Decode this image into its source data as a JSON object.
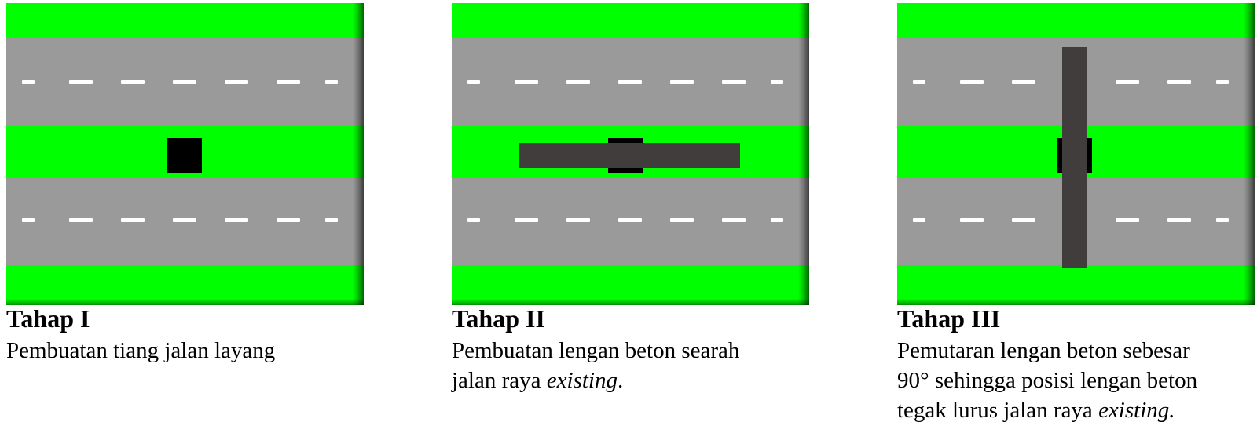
{
  "colors": {
    "grass": "#00ff00",
    "road": "#9a9a9a",
    "lane_marking": "#ffffff",
    "pier": "#000000",
    "concrete_arm": "#413d3d"
  },
  "stages": [
    {
      "title": "Tahap I",
      "description_lines": [
        [
          "Pembuatan tiang jalan layang"
        ]
      ]
    },
    {
      "title": "Tahap II",
      "description_lines": [
        [
          "Pembuatan lengan beton searah"
        ],
        [
          "jalan raya ",
          "existing",
          "."
        ]
      ]
    },
    {
      "title": "Tahap III",
      "description_lines": [
        [
          "Pemutaran lengan beton sebesar"
        ],
        [
          "90°  sehingga posisi lengan beton"
        ],
        [
          "tegak lurus jalan raya ",
          "existing."
        ]
      ]
    }
  ]
}
